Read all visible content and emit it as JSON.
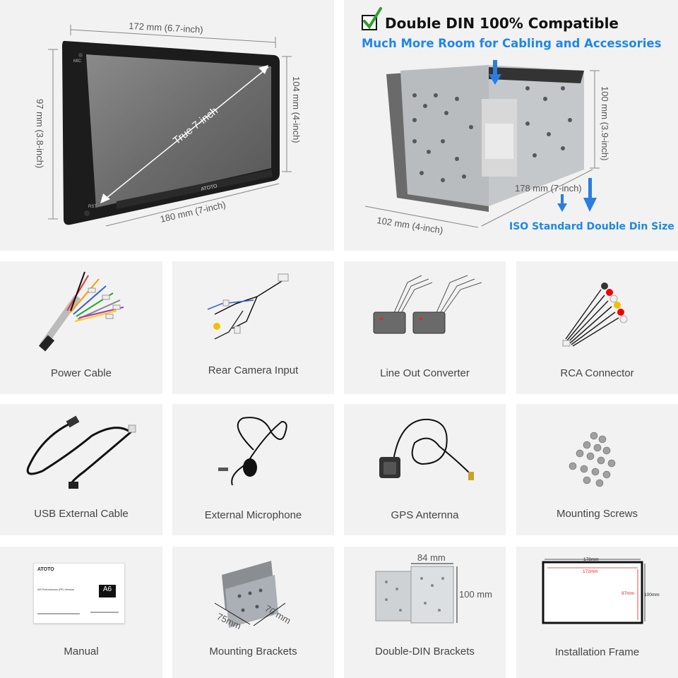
{
  "top_left": {
    "width_label": "172 mm (6.7-inch)",
    "height_right_label": "104 mm (4-inch)",
    "height_left_label": "97 mm (3.8-inch)",
    "diagonal_label": "True 7-inch",
    "bottom_label": "180 mm (7-inch)",
    "brand": "ATOTO",
    "mic_label": "MIC",
    "rst_label": "RST"
  },
  "top_right": {
    "headline": "Double DIN 100% Compatible",
    "subheadline": "Much More Room for Cabling and Accessories",
    "height_label": "100 mm (3.9-inch)",
    "width_label": "178 mm (7-inch)",
    "depth_label": "102 mm (4-inch)",
    "iso_label": "ISO Standard Double Din Size",
    "check_color": "#2e9e2e",
    "accent_color": "#1e88e5"
  },
  "items": [
    {
      "label": "Power Cable",
      "icon": "power-cable-icon"
    },
    {
      "label": "Rear Camera Input",
      "icon": "rear-camera-cable-icon"
    },
    {
      "label": "Line Out Converter",
      "icon": "line-out-converter-icon"
    },
    {
      "label": "RCA Connector",
      "icon": "rca-connector-icon"
    },
    {
      "label": "USB External Cable",
      "icon": "usb-cable-icon"
    },
    {
      "label": "External Microphone",
      "icon": "microphone-icon"
    },
    {
      "label": "GPS Anternna",
      "icon": "gps-antenna-icon"
    },
    {
      "label": "Mounting Screws",
      "icon": "screws-icon"
    },
    {
      "label": "Manual",
      "icon": "manual-icon"
    },
    {
      "label": "Mounting Brackets",
      "icon": "mounting-bracket-icon"
    },
    {
      "label": "Double-DIN Brackets",
      "icon": "din-bracket-icon"
    },
    {
      "label": "Installation Frame",
      "icon": "installation-frame-icon"
    }
  ],
  "manual": {
    "brand": "ATOTO",
    "model_badge": "A6",
    "title_line": "A6 Performance (PF) Version"
  },
  "brackets": {
    "dim_a": "75mm",
    "dim_b": "70 mm"
  },
  "din_brackets": {
    "width": "84 mm",
    "height": "100 mm"
  },
  "frame": {
    "outer_width": "178mm",
    "inner_width": "172mm",
    "inner_height": "97mm",
    "outer_height": "100mm"
  }
}
